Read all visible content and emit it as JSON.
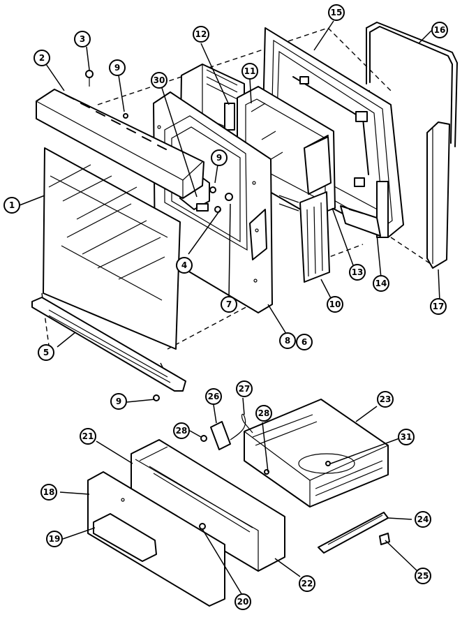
{
  "callouts": [
    {
      "id": "c1",
      "label": "1"
    },
    {
      "id": "c2",
      "label": "2"
    },
    {
      "id": "c3",
      "label": "3"
    },
    {
      "id": "c9a",
      "label": "9"
    },
    {
      "id": "c30",
      "label": "30"
    },
    {
      "id": "c12",
      "label": "12"
    },
    {
      "id": "c15",
      "label": "15"
    },
    {
      "id": "c16",
      "label": "16"
    },
    {
      "id": "c11",
      "label": "11"
    },
    {
      "id": "c9b",
      "label": "9"
    },
    {
      "id": "c4",
      "label": "4"
    },
    {
      "id": "c7",
      "label": "7"
    },
    {
      "id": "c13",
      "label": "13"
    },
    {
      "id": "c14",
      "label": "14"
    },
    {
      "id": "c17",
      "label": "17"
    },
    {
      "id": "c10",
      "label": "10"
    },
    {
      "id": "c8",
      "label": "8"
    },
    {
      "id": "c6",
      "label": "6"
    },
    {
      "id": "c5",
      "label": "5"
    },
    {
      "id": "c9c",
      "label": "9"
    },
    {
      "id": "c26",
      "label": "26"
    },
    {
      "id": "c27",
      "label": "27"
    },
    {
      "id": "c28a",
      "label": "28"
    },
    {
      "id": "c28b",
      "label": "28"
    },
    {
      "id": "c23",
      "label": "23"
    },
    {
      "id": "c21",
      "label": "21"
    },
    {
      "id": "c31",
      "label": "31"
    },
    {
      "id": "c18",
      "label": "18"
    },
    {
      "id": "c19",
      "label": "19"
    },
    {
      "id": "c24",
      "label": "24"
    },
    {
      "id": "c22",
      "label": "22"
    },
    {
      "id": "c20",
      "label": "20"
    },
    {
      "id": "c25",
      "label": "25"
    }
  ]
}
